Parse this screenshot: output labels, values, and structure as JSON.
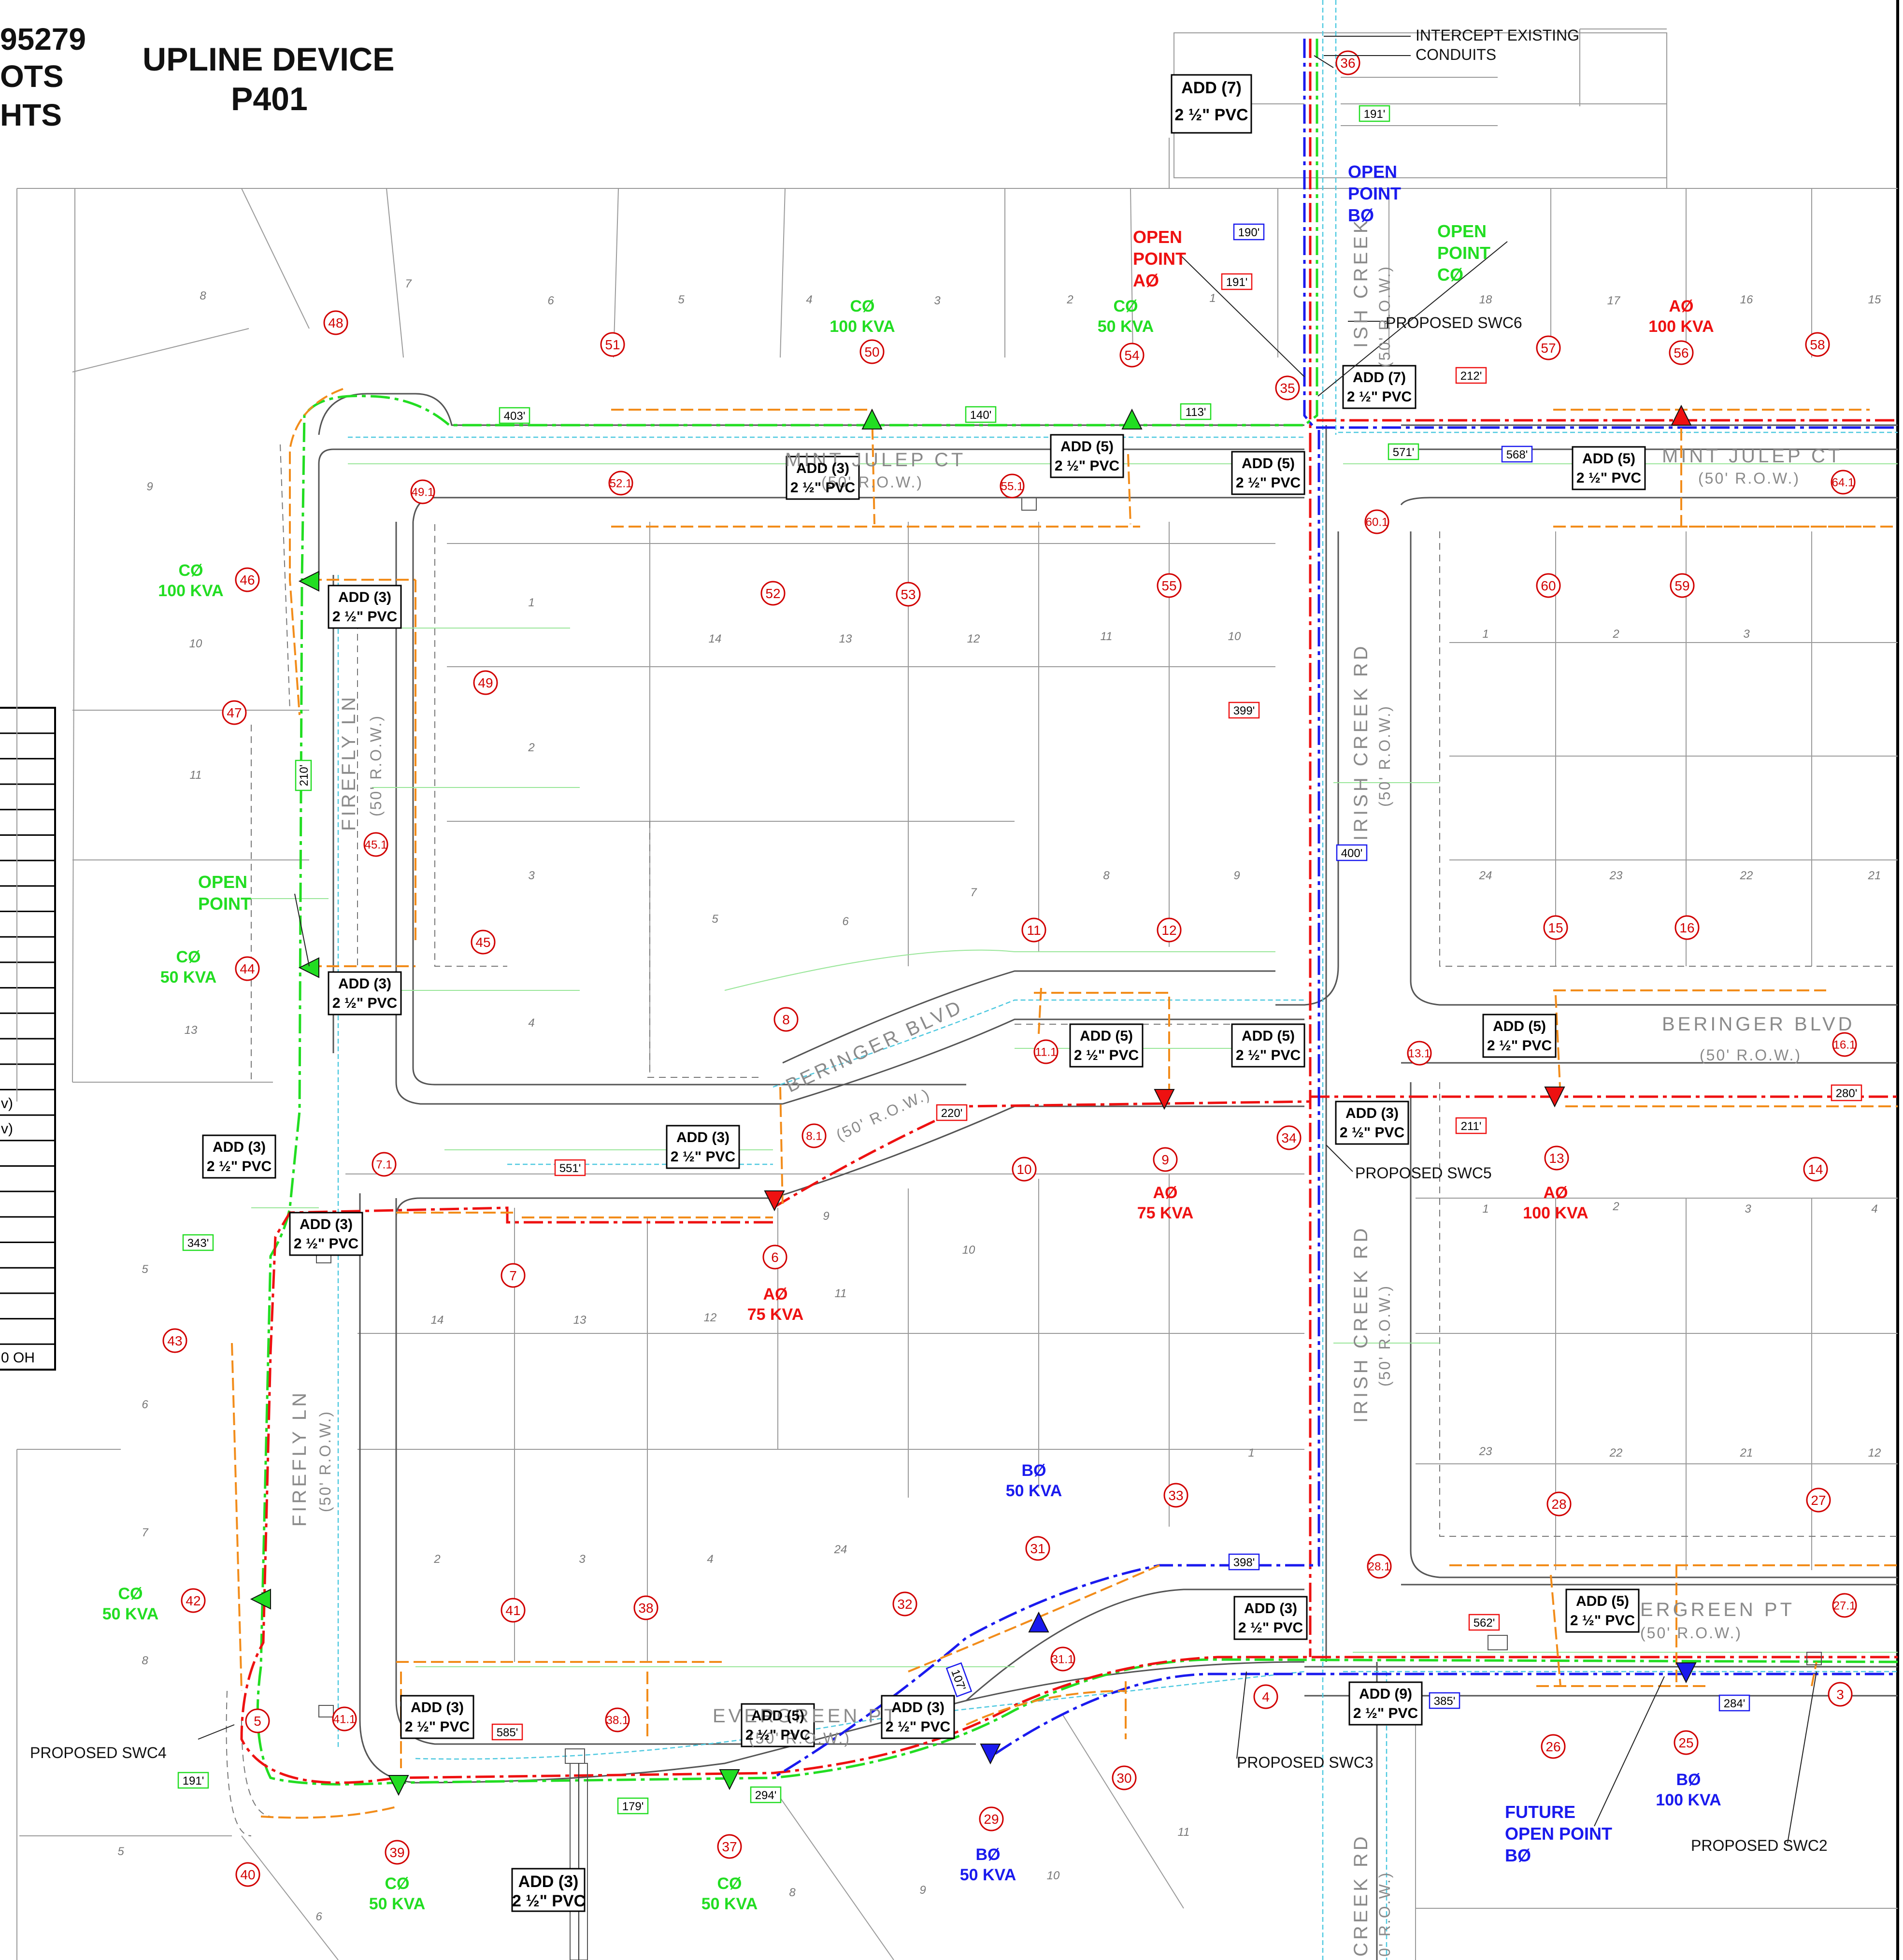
{
  "title_block": {
    "job_number_fragment": "95279",
    "line2_fragment": "OTS",
    "line3_fragment": "HTS",
    "upline_label": "UPLINE DEVICE",
    "upline_device": "P401"
  },
  "side_table": {
    "rows": [
      "",
      "",
      "",
      "",
      "",
      "",
      "",
      "",
      "",
      "",
      "",
      "",
      "",
      "",
      "",
      "v)",
      "v)",
      "",
      "",
      "",
      "",
      "",
      "",
      "",
      "",
      "0 OH"
    ]
  },
  "streets": {
    "mint_julep_west": "MINT JULEP CT",
    "mint_julep_west_row": "(50' R.O.W.)",
    "mint_julep_east": "MINT JULEP CT",
    "mint_julep_east_row": "(50' R.O.W.)",
    "firefly_north": "FIREFLY LN",
    "firefly_north_row": "(50' R.O.W.)",
    "firefly_south": "FIREFLY LN",
    "firefly_south_row": "(50' R.O.W.)",
    "beringer_west": "BERINGER BLVD",
    "beringer_west_row": "(50' R.O.W.)",
    "beringer_east": "BERINGER BLVD",
    "beringer_east_row": "(50' R.O.W.)",
    "irish_north": "IRISH CREEK RD",
    "irish_north_row": "(50' R.O.W.)",
    "irish_mid": "IRISH CREEK RD",
    "irish_mid_row": "(50' R.O.W.)",
    "irish_top": "ISH CREEK",
    "irish_top_row": "(50' R.O.W.)",
    "irish_bottom": "CREEK RD",
    "irish_bottom_row": "0' R.O.W.)",
    "evergreen_west": "EVERGREEN PT",
    "evergreen_west_row": "(50' R.O.W.)",
    "evergreen_east": "ERGREEN PT",
    "evergreen_east_row": "(50' R.O.W.)"
  },
  "callouts": {
    "intercept": [
      "INTERCEPT  EXISTING",
      "CONDUITS"
    ],
    "open_point_b": [
      "OPEN",
      "POINT",
      "BØ"
    ],
    "open_point_a": [
      "OPEN",
      "POINT",
      "AØ"
    ],
    "open_point_c_top": [
      "OPEN",
      "POINT",
      "CØ"
    ],
    "open_point_c_left": [
      "OPEN",
      "POINT"
    ],
    "future_open_point": [
      "FUTURE",
      "OPEN POINT",
      "BØ"
    ],
    "swc6": "PROPOSED SWC6",
    "swc5": "PROPOSED SWC5",
    "swc4": "PROPOSED SWC4",
    "swc3": "PROPOSED SWC3",
    "swc2": "PROPOSED SWC2"
  },
  "transformers": [
    {
      "phase": "CØ",
      "kva": "100 KVA",
      "color": "#22dd22"
    },
    {
      "phase": "CØ",
      "kva": "50 KVA",
      "color": "#22dd22"
    },
    {
      "phase": "AØ",
      "kva": "100 KVA",
      "color": "#ee1111"
    },
    {
      "phase": "CØ",
      "kva": "100 KVA",
      "color": "#22dd22"
    },
    {
      "phase": "CØ",
      "kva": "50 KVA",
      "color": "#22dd22"
    },
    {
      "phase": "AØ",
      "kva": "75 KVA",
      "color": "#ee1111"
    },
    {
      "phase": "AØ",
      "kva": "75 KVA",
      "color": "#ee1111"
    },
    {
      "phase": "AØ",
      "kva": "100 KVA",
      "color": "#ee1111"
    },
    {
      "phase": "BØ",
      "kva": "50 KVA",
      "color": "#1a1aee"
    },
    {
      "phase": "CØ",
      "kva": "50 KVA",
      "color": "#22dd22"
    },
    {
      "phase": "CØ",
      "kva": "50 KVA",
      "color": "#22dd22"
    },
    {
      "phase": "CØ",
      "kva": "50 KVA",
      "color": "#22dd22"
    },
    {
      "phase": "BØ",
      "kva": "50 KVA",
      "color": "#1a1aee"
    },
    {
      "phase": "BØ",
      "kva": "100 KVA",
      "color": "#1a1aee"
    }
  ],
  "conduit_boxes": [
    {
      "add": "ADD (7)",
      "pvc": "2 ½\" PVC"
    },
    {
      "add": "ADD (7)",
      "pvc": "2 ½\" PVC"
    },
    {
      "add": "ADD (3)",
      "pvc": "2 ½\" PVC"
    },
    {
      "add": "ADD (5)",
      "pvc": "2 ½\" PVC"
    },
    {
      "add": "ADD (5)",
      "pvc": "2 ½\" PVC"
    },
    {
      "add": "ADD (5)",
      "pvc": "2 ½\" PVC"
    },
    {
      "add": "ADD (3)",
      "pvc": "2 ½\" PVC"
    },
    {
      "add": "ADD (3)",
      "pvc": "2 ½\" PVC"
    },
    {
      "add": "ADD (5)",
      "pvc": "2 ½\" PVC"
    },
    {
      "add": "ADD (5)",
      "pvc": "2 ½\" PVC"
    },
    {
      "add": "ADD (5)",
      "pvc": "2 ½\" PVC"
    },
    {
      "add": "ADD (3)",
      "pvc": "2 ½\" PVC"
    },
    {
      "add": "ADD (3)",
      "pvc": "2 ½\" PVC"
    },
    {
      "add": "ADD (3)",
      "pvc": "2 ½\" PVC"
    },
    {
      "add": "ADD (3)",
      "pvc": "2 ½\" PVC"
    },
    {
      "add": "ADD (3)",
      "pvc": "2 ½\" PVC"
    },
    {
      "add": "ADD (5)",
      "pvc": "2 ½\" PVC"
    },
    {
      "add": "ADD (9)",
      "pvc": "2 ½\" PVC"
    },
    {
      "add": "ADD (3)",
      "pvc": "2 ½\" PVC"
    },
    {
      "add": "ADD (3)",
      "pvc": "2 ½\" PVC"
    },
    {
      "add": "ADD (3)",
      "pvc": "2 ½\" PVC"
    },
    {
      "add": "ADD (5)",
      "pvc": "2 ½\" PVC"
    }
  ],
  "length_tags": [
    "191'",
    "190'",
    "191'",
    "212'",
    "403'",
    "140'",
    "113'",
    "571'",
    "568'",
    "399'",
    "400'",
    "210'",
    "220'",
    "551'",
    "211'",
    "280'",
    "343'",
    "398'",
    "562'",
    "385'",
    "284'",
    "107'",
    "585'",
    "191'",
    "179'",
    "294'"
  ],
  "nodes": [
    "36",
    "48",
    "51",
    "50",
    "54",
    "35",
    "57",
    "56",
    "58",
    "49.1",
    "52.1",
    "55.1",
    "60.1",
    "64.1",
    "46",
    "52",
    "53",
    "55",
    "60",
    "59",
    "49",
    "47",
    "45.1",
    "45",
    "11",
    "12",
    "15",
    "16",
    "44",
    "8",
    "11.1",
    "13.1",
    "16.1",
    "8.1",
    "10",
    "9",
    "34",
    "13",
    "14",
    "7.1",
    "6",
    "7",
    "43",
    "33",
    "31",
    "28",
    "27",
    "28.1",
    "27.1",
    "42",
    "41",
    "38",
    "32",
    "31.1",
    "5",
    "41.1",
    "38.1",
    "4",
    "26",
    "25",
    "3",
    "30",
    "29",
    "39",
    "37",
    "40"
  ],
  "lots": [
    "8",
    "7",
    "6",
    "5",
    "4",
    "3",
    "2",
    "1",
    "18",
    "17",
    "16",
    "15",
    "9",
    "10",
    "11",
    "13",
    "14",
    "13",
    "12",
    "11",
    "10",
    "1",
    "2",
    "3",
    "4",
    "5",
    "6",
    "7",
    "8",
    "9",
    "1",
    "2",
    "3",
    "24",
    "23",
    "22",
    "21",
    "9",
    "10",
    "11",
    "12",
    "13",
    "14",
    "1",
    "2",
    "3",
    "4",
    "5",
    "6",
    "7",
    "8",
    "1",
    "2",
    "3",
    "4",
    "24",
    "23",
    "22",
    "21",
    "12",
    "11",
    "10",
    "9",
    "8",
    "5",
    "6"
  ]
}
